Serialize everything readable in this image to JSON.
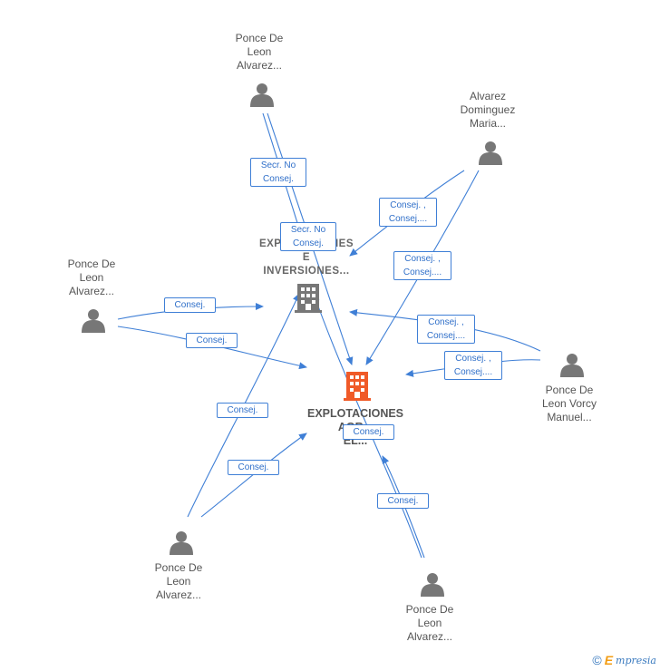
{
  "nodes": {
    "main_company": {
      "lines": [
        "EXPLOTACIONES",
        "AGR...",
        "EL..."
      ],
      "color": "#f05a28"
    },
    "company_2": {
      "lines": [
        "EXPLOTACIONES",
        "E",
        "INVERSIONES..."
      ],
      "color": "#777777"
    },
    "person_top": {
      "lines": [
        "Ponce De",
        "Leon",
        "Alvarez..."
      ]
    },
    "person_top_right": {
      "lines": [
        "Alvarez",
        "Dominguez",
        "Maria..."
      ]
    },
    "person_left": {
      "lines": [
        "Ponce De",
        "Leon",
        "Alvarez..."
      ]
    },
    "person_right": {
      "lines": [
        "Ponce De",
        "Leon Vorcy",
        "Manuel..."
      ]
    },
    "person_bottom_left": {
      "lines": [
        "Ponce De",
        "Leon",
        "Alvarez..."
      ]
    },
    "person_bottom_right": {
      "lines": [
        "Ponce De",
        "Leon",
        "Alvarez..."
      ]
    }
  },
  "edge_labels": {
    "top_secr_1": [
      "Secr.  No",
      "Consej."
    ],
    "top_secr_2": [
      "Secr.  No",
      "Consej."
    ],
    "tr_consej_1": [
      "Consej. ,",
      "Consej...."
    ],
    "tr_consej_2": [
      "Consej. ,",
      "Consej...."
    ],
    "left_consej_1": [
      "Consej."
    ],
    "left_consej_2": [
      "Consej."
    ],
    "right_consej_1": [
      "Consej. ,",
      "Consej...."
    ],
    "right_consej_2": [
      "Consej. ,",
      "Consej...."
    ],
    "bl_consej_1": [
      "Consej."
    ],
    "bl_consej_2": [
      "Consej."
    ],
    "br_consej_1": [
      "Consej."
    ],
    "br_consej_2": [
      "Consej."
    ]
  },
  "colors": {
    "edge": "#3f7fd6",
    "person_icon": "#777777",
    "main_company": "#f05a28",
    "company": "#777777"
  },
  "footer": {
    "copyright": "©",
    "brand_initial": "E",
    "brand_rest": "mpresia"
  }
}
